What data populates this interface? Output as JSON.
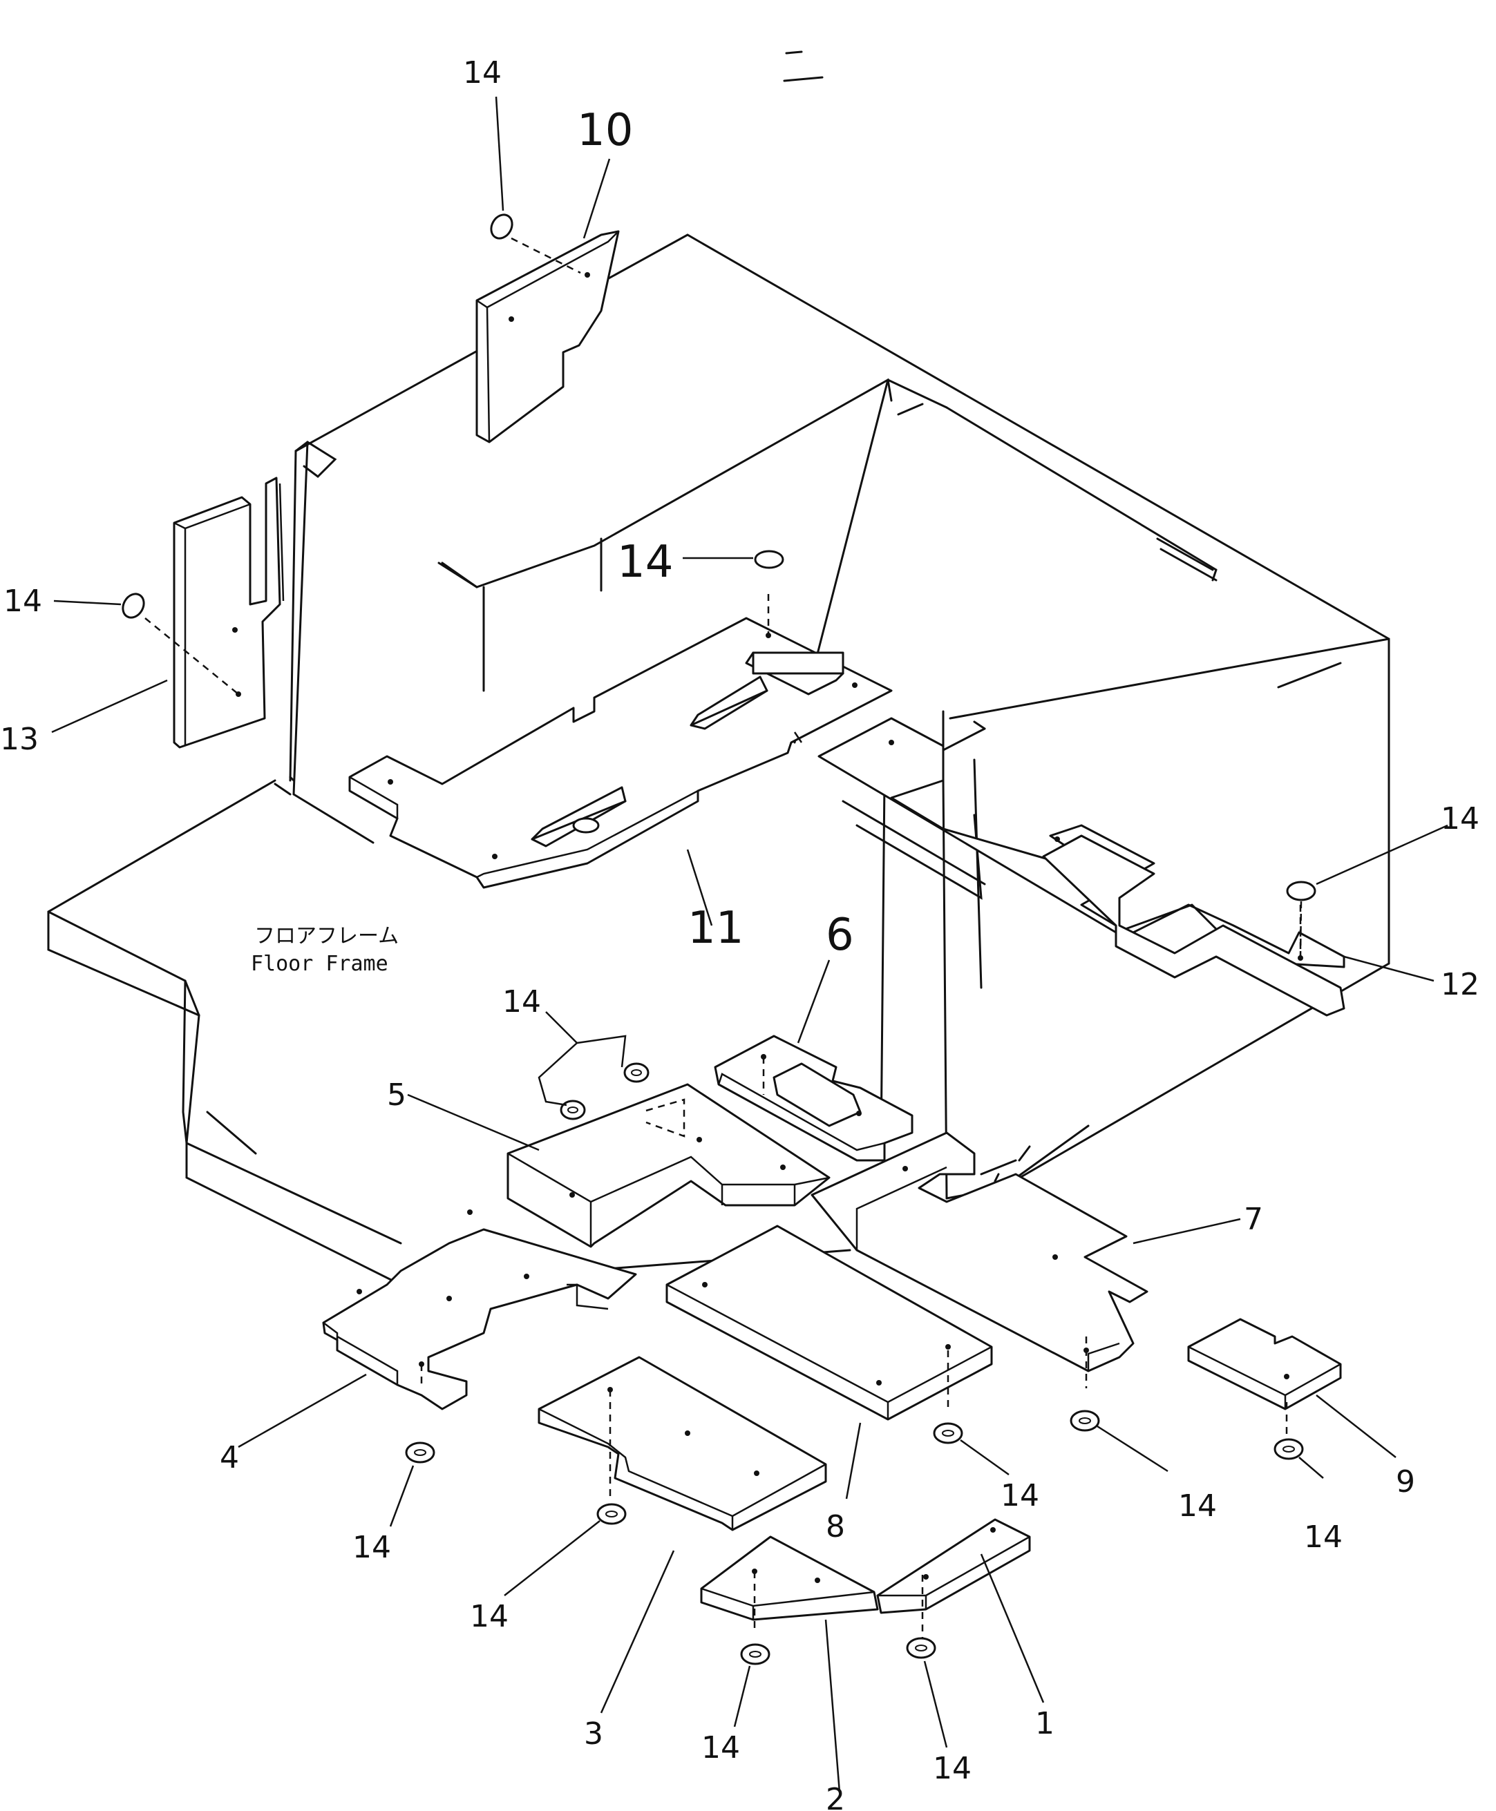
{
  "diagram": {
    "frame_label_jp": "フロアフレーム",
    "frame_label_en": "Floor Frame",
    "callouts": {
      "p1": "1",
      "p2": "2",
      "p3": "3",
      "p4": "4",
      "p5": "5",
      "p6": "6",
      "p7": "7",
      "p8": "8",
      "p9": "9",
      "p10": "10",
      "p11": "11",
      "p12": "12",
      "p13": "13",
      "p14": "14"
    }
  }
}
